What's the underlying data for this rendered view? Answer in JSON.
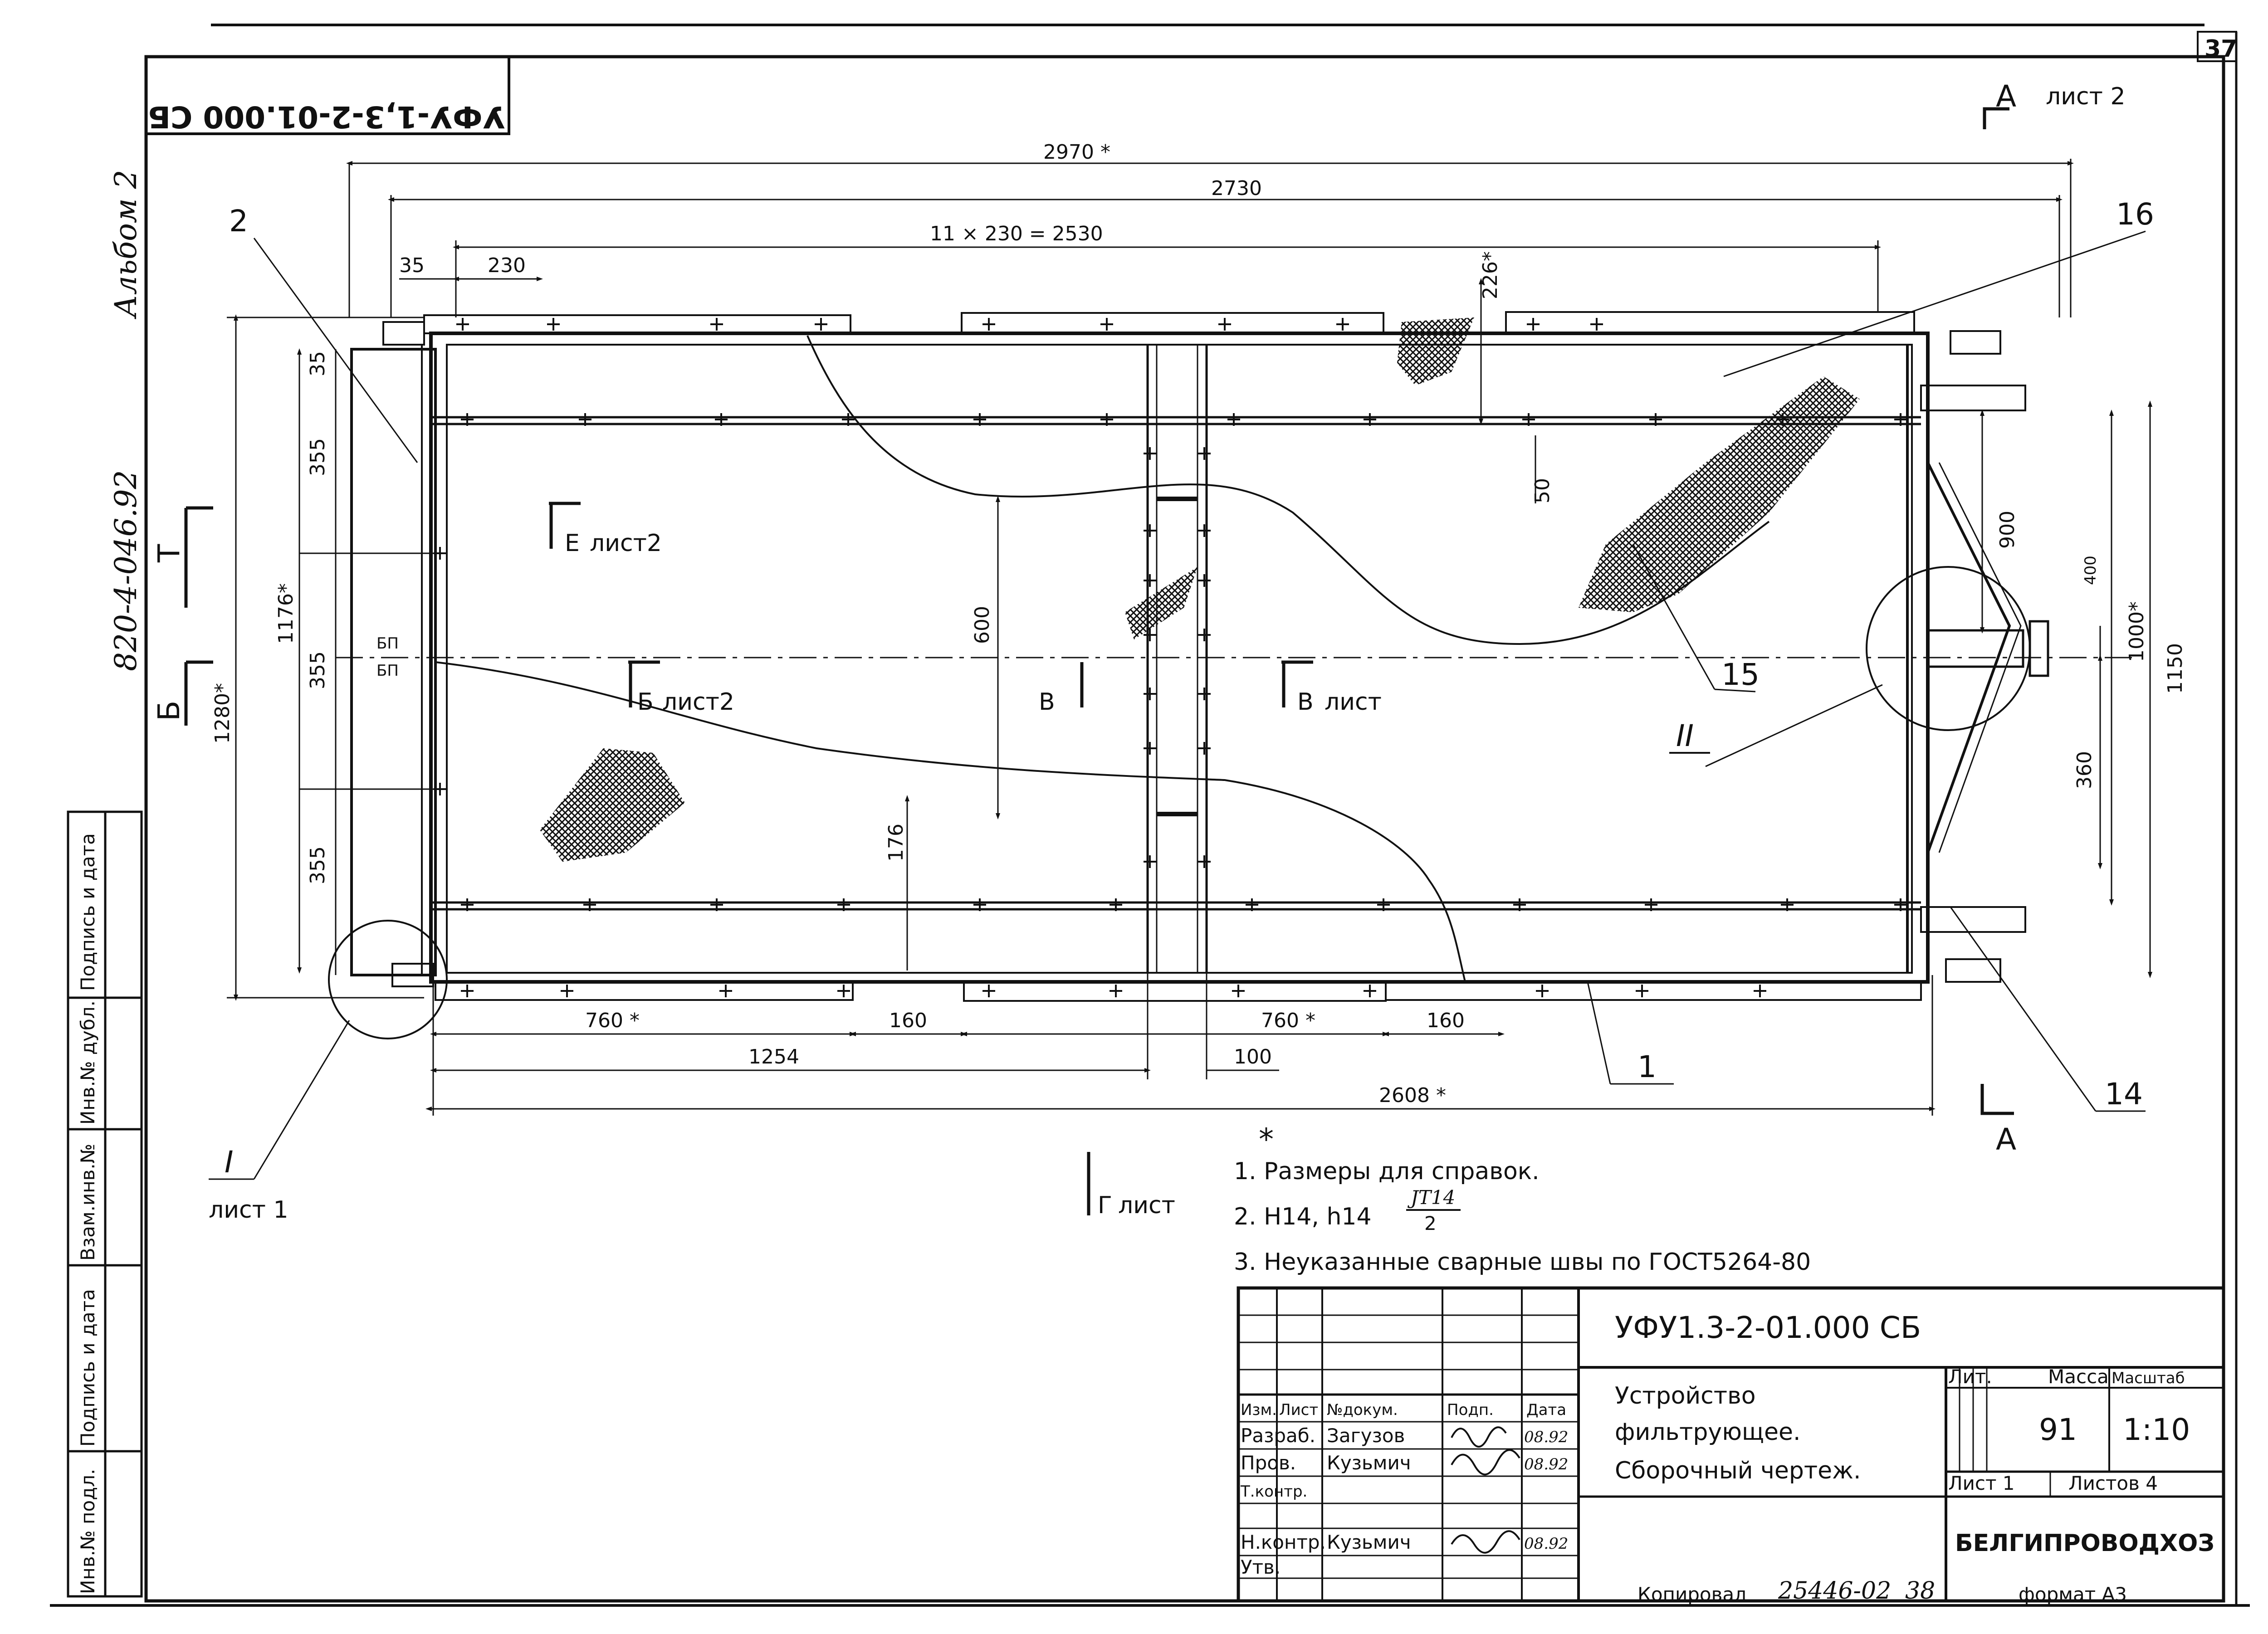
{
  "sheet": {
    "page_number": "37",
    "top_left_code_mirrored": "УФУ-1,3-2-01.000 СБ",
    "album": "Альбом 2",
    "project_code": "820-4-046.92"
  },
  "dimensions": {
    "overall_length": "2970 *",
    "inner_length": "2730",
    "step_chain": "11 × 230 = 2530",
    "edge_offset": "35",
    "step": "230",
    "offset_226": "226*",
    "offset_50": "50",
    "side_35": "35",
    "side_355_top": "355",
    "side_355_mid": "355",
    "side_355_bot": "355",
    "height_1176": "1176*",
    "height_1280": "1280*",
    "span_600": "600",
    "gap_176": "176",
    "right_900": "900",
    "right_400": "400",
    "right_360": "360",
    "right_1000": "1000*",
    "right_1150": "1150",
    "bottom_760_left": "760 *",
    "bottom_160_left": "160",
    "bottom_760_right": "760 *",
    "bottom_160_right": "160",
    "bottom_1254": "1254",
    "bottom_100": "100",
    "bottom_2608": "2608 *",
    "small_fraction_top": "БП",
    "small_fraction_bottom": "БП"
  },
  "callouts": {
    "item_2": "2",
    "item_16": "16",
    "item_15": "15",
    "item_1": "1",
    "item_14": "14",
    "detail_II": "II",
    "detail_I": "I",
    "detail_I_sheet": "лист 1"
  },
  "sections": {
    "A_top_letter": "А",
    "A_top_sheet": "лист 2",
    "A_bottom_letter": "А",
    "E_letter": "Е",
    "E_sheet": "лист2",
    "B_letter": "Б",
    "B_sheet": "лист2",
    "V_left_letter": "В",
    "V_right_letter": "В",
    "V_right_sheet": "лист",
    "G_letter": "Г",
    "G_sheet": "лист",
    "left_T": "Т",
    "left_B": "Б"
  },
  "notes": {
    "star": "*",
    "note1": "1. Размеры для справок.",
    "note2_prefix": "2. Н14, h14",
    "note2_numerator": "JT14",
    "note2_denominator": "2",
    "note3": "3. Неуказанные сварные швы по ГОСТ5264-80"
  },
  "side_stamp": {
    "col1": "Подпись и дата",
    "col2": "Инв.№ дубл.",
    "col3": "Взам.инв.№",
    "col4": "Подпись и дата",
    "col5": "Инв.№ подл."
  },
  "title_block": {
    "designation": "УФУ1.3-2-01.000 СБ",
    "title_line1": "Устройство",
    "title_line2": "фильтрующее.",
    "title_line3": "Сборочный чертеж.",
    "h_izm": "Изм.",
    "h_list": "Лист",
    "h_doc": "№докум.",
    "h_sign": "Подп.",
    "h_date": "Дата",
    "r1_role": "Разраб.",
    "r1_name": "Загузов",
    "r1_date": "08.92",
    "r2_role": "Пров.",
    "r2_name": "Кузьмич",
    "r2_date": "08.92",
    "r3_role": "Т.контр.",
    "r4_role": "Н.контр.",
    "r4_name": "Кузьмич",
    "r4_date": "08.92",
    "r5_role": "Утв.",
    "lit_label": "Лит.",
    "mass_label": "Масса",
    "scale_label": "Масштаб",
    "mass_value": "91",
    "scale_value": "1:10",
    "sheet_label": "Лист 1",
    "sheets_label": "Листов 4",
    "organization": "БЕЛГИПРОВОДХОЗ"
  },
  "footer": {
    "copied_label": "Копировал",
    "copied_number": "25446-02",
    "copied_sheet": "38",
    "format_label": "формат А3"
  }
}
